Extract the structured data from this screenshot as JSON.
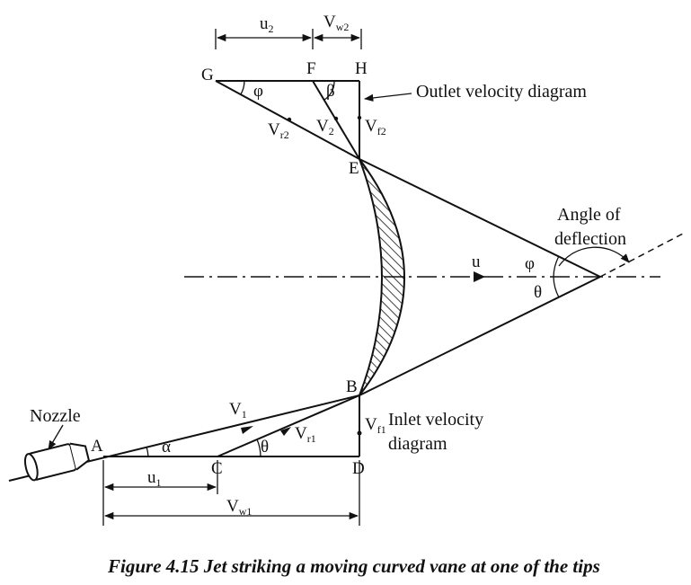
{
  "points": {
    "A": "A",
    "B": "B",
    "C": "C",
    "D": "D",
    "E": "E",
    "F": "F",
    "G": "G",
    "H": "H"
  },
  "labels": {
    "u2": {
      "main": "u",
      "sub": "2"
    },
    "vw2": {
      "main": "V",
      "sub": "w2"
    },
    "phi_top": "φ",
    "beta": "β",
    "v2": {
      "main": "V",
      "sub": "2"
    },
    "vr2": {
      "main": "V",
      "sub": "r2"
    },
    "vf2": {
      "main": "V",
      "sub": "f2"
    },
    "u": "u",
    "phi_right": "φ",
    "theta_right": "θ",
    "v1": {
      "main": "V",
      "sub": "1"
    },
    "vr1": {
      "main": "V",
      "sub": "r1"
    },
    "vf1": {
      "main": "V",
      "sub": "f1"
    },
    "alpha": "α",
    "theta_c": "θ",
    "u1": {
      "main": "u",
      "sub": "1"
    },
    "vw1": {
      "main": "V",
      "sub": "w1"
    }
  },
  "annotations": {
    "outlet": "Outlet velocity diagram",
    "angle_line1": "Angle of",
    "angle_line2": "deflection",
    "inlet_line1": "Inlet velocity",
    "inlet_line2": "diagram",
    "nozzle": "Nozzle"
  },
  "caption": "Figure 4.15 Jet striking a moving curved vane at one of the tips"
}
